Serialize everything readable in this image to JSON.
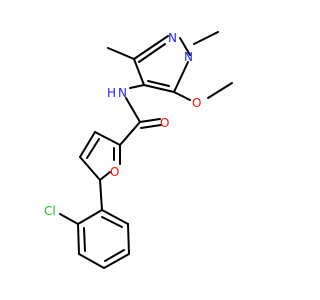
{
  "structure": {
    "atoms": {
      "n_pyrazole_1": "N",
      "n_pyrazole_2": "N",
      "n_amide": "N",
      "h_amide": "H",
      "o_methoxy": "O",
      "o_carbonyl": "O",
      "o_furan": "O",
      "cl": "Cl"
    }
  },
  "colors": {
    "nitrogen": "#1f1fff",
    "oxygen": "#ff0d0d",
    "chlorine": "#1fb81f",
    "bond": "#000000"
  }
}
